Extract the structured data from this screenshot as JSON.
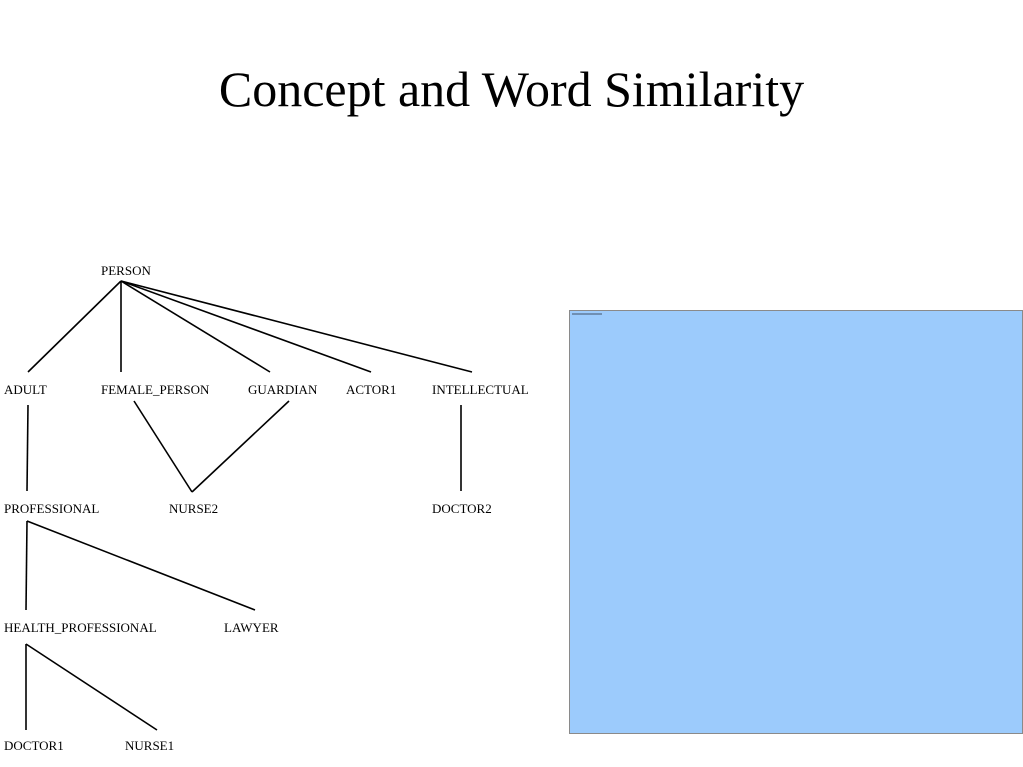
{
  "slide": {
    "title": "Concept and Word Similarity"
  },
  "diagram": {
    "line_color": "#000000",
    "nodes": {
      "person": "PERSON",
      "adult": "ADULT",
      "female_person": "FEMALE_PERSON",
      "guardian": "GUARDIAN",
      "actor1": "ACTOR1",
      "intellectual": "INTELLECTUAL",
      "professional": "PROFESSIONAL",
      "nurse2": "NURSE2",
      "doctor2": "DOCTOR2",
      "health_professional": "HEALTH_PROFESSIONAL",
      "lawyer": "LAWYER",
      "doctor1": "DOCTOR1",
      "nurse1": "NURSE1"
    },
    "edges": [
      [
        "person",
        "adult"
      ],
      [
        "person",
        "female_person"
      ],
      [
        "person",
        "guardian"
      ],
      [
        "person",
        "actor1"
      ],
      [
        "person",
        "intellectual"
      ],
      [
        "adult",
        "professional"
      ],
      [
        "female_person",
        "nurse2"
      ],
      [
        "guardian",
        "nurse2"
      ],
      [
        "intellectual",
        "doctor2"
      ],
      [
        "professional",
        "health_professional"
      ],
      [
        "professional",
        "lawyer"
      ],
      [
        "health_professional",
        "doctor1"
      ],
      [
        "health_professional",
        "nurse1"
      ]
    ]
  },
  "panel": {
    "fill_color": "#9ccbfc"
  }
}
